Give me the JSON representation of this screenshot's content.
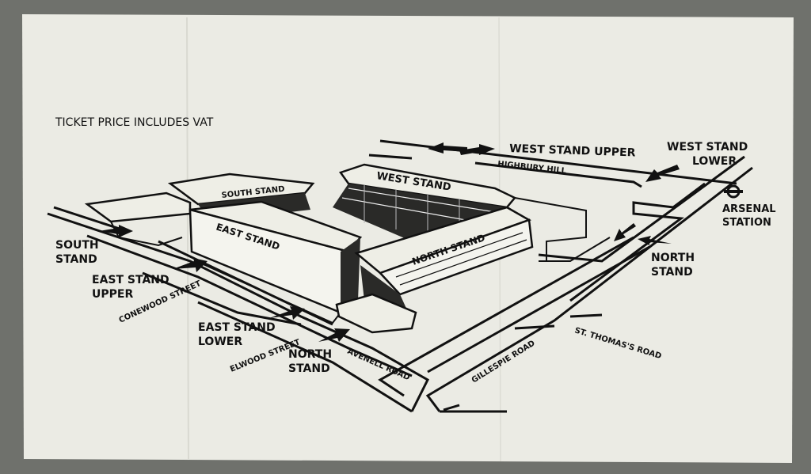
{
  "ticket": {
    "note": "TICKET PRICE INCLUDES VAT",
    "colors": {
      "paper": "#ebebe4",
      "ink": "#111111",
      "background": "#6f716c"
    }
  },
  "stands": {
    "west": "WEST STAND",
    "south": "SOUTH STAND",
    "east": "EAST STAND",
    "north": "NORTH STAND"
  },
  "entrances": {
    "west_upper": "WEST STAND UPPER",
    "west_lower_1": "WEST STAND",
    "west_lower_2": "LOWER",
    "south_1": "SOUTH",
    "south_2": "STAND",
    "east_upper_1": "EAST STAND",
    "east_upper_2": "UPPER",
    "east_lower_1": "EAST STAND",
    "east_lower_2": "LOWER",
    "north_bottom_1": "NORTH",
    "north_bottom_2": "STAND",
    "north_right_1": "NORTH",
    "north_right_2": "STAND"
  },
  "streets": {
    "highbury_hill": "HIGHBURY HILL",
    "conewood": "CONEWOOD STREET",
    "elwood": "ELWOOD STREET",
    "avenell": "AVENELL ROAD",
    "gillespie": "GILLESPIE ROAD",
    "st_thomas": "ST. THOMAS'S ROAD"
  },
  "station": {
    "line1": "ARSENAL",
    "line2": "STATION",
    "icon": "underground-roundel-icon"
  }
}
